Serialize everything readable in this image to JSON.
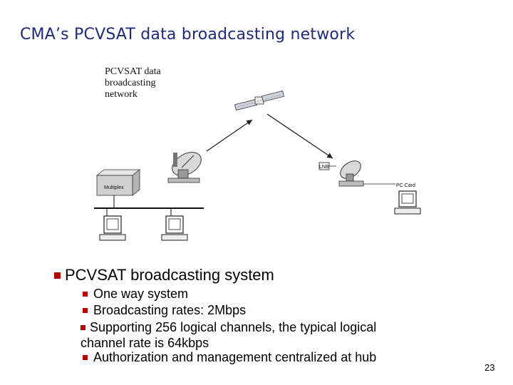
{
  "slide": {
    "title": "CMA’s PCVSAT data broadcasting network",
    "page_number": "23"
  },
  "diagram": {
    "caption_lines": [
      "PCVSAT data",
      "broadcasting",
      "network"
    ],
    "equipment_label": "Multiplex",
    "lnb_label": "LNB",
    "pc_label": "PC Card"
  },
  "bullets": {
    "main": "PCVSAT broadcasting system",
    "items": [
      "One way system",
      "Broadcasting rates: 2Mbps",
      "Supporting 256 logical channels, the typical logical channel rate is 64kbps",
      "Authorization and management centralized at hub"
    ]
  },
  "colors": {
    "title": "#1f2a7a",
    "bullet": "#b00000"
  }
}
